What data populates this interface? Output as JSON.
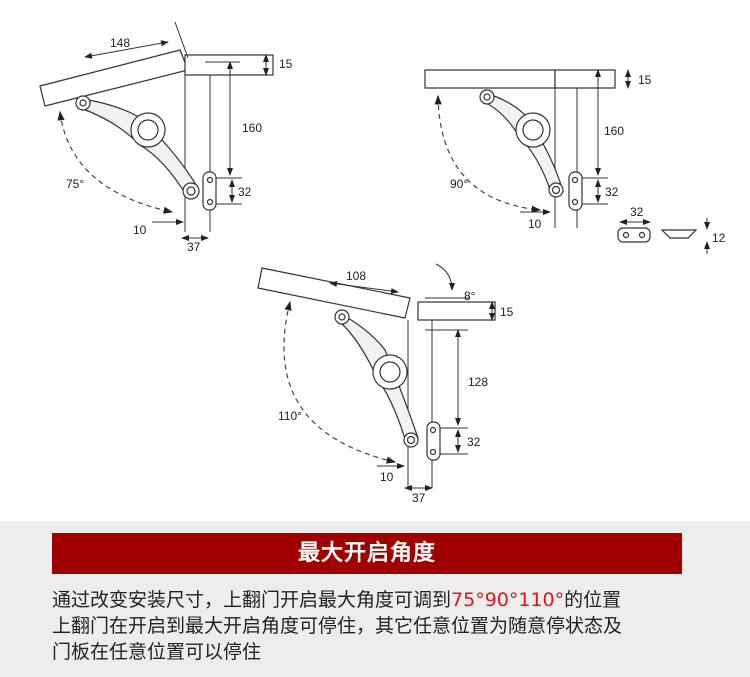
{
  "diagrams": {
    "d75": {
      "width": "148",
      "thickness": "15",
      "height": "160",
      "angle": "75°",
      "hole_spacing": "32",
      "offset": "10",
      "base": "37"
    },
    "d90": {
      "thickness": "15",
      "height": "160",
      "angle": "90°",
      "hole_spacing": "32",
      "offset": "10",
      "part_width": "32",
      "part_height": "12"
    },
    "d110": {
      "width": "108",
      "tilt": "8°",
      "thickness": "15",
      "height": "128",
      "angle": "110°",
      "hole_spacing": "32",
      "offset": "10",
      "base": "37"
    }
  },
  "banner": {
    "title": "最大开启角度"
  },
  "description": {
    "line1_pre": "通过改变安装尺寸，上翻门开启最大角度可调到",
    "line1_angles": "75°90°110°",
    "line1_post": "的位置",
    "line2": "上翻门在开启到最大开启角度可停住，其它任意位置为随意停状态及",
    "line3": "门板在任意位置可以停住"
  },
  "colors": {
    "banner": "#a10000",
    "highlight": "#e0141e",
    "band": "#ededed"
  }
}
